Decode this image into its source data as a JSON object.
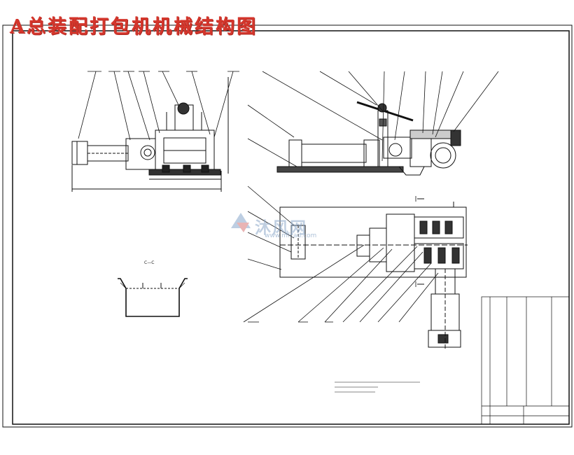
{
  "title": "A总装配打包机机械结构图",
  "watermark": {
    "name": "沐风网",
    "url": "www.mfcad.com"
  },
  "section_label": "C—C"
}
